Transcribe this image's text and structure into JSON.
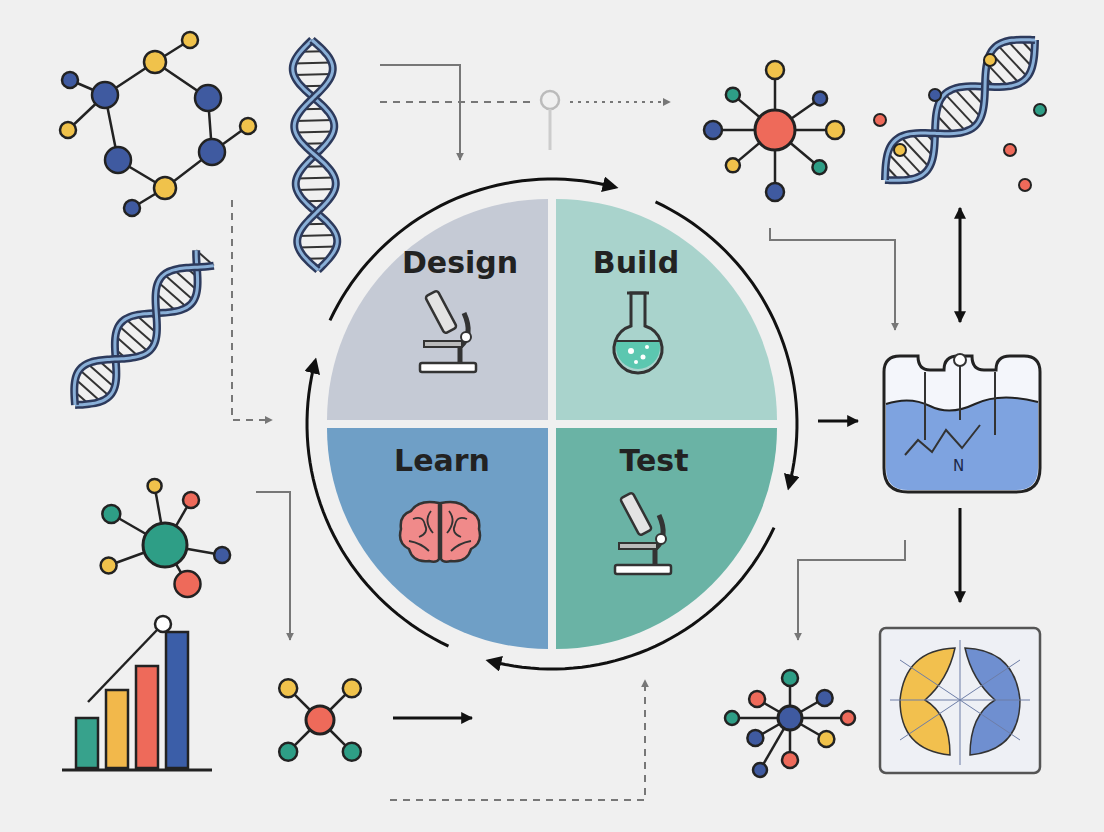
{
  "diagram": {
    "nodes": [
      {
        "text": [
          "Design"
        ]
      },
      {
        "text": [
          "Build"
        ]
      },
      {
        "text": [
          "Learn"
        ]
      },
      {
        "text": [
          "Test"
        ]
      }
    ],
    "edges": [
      {
        "from": 0,
        "to": 1,
        "arrow": "to"
      },
      {
        "from": 1,
        "to": 3,
        "arrow": "to"
      },
      {
        "from": 3,
        "to": 2,
        "arrow": "to"
      },
      {
        "from": 2,
        "to": 0,
        "arrow": "to"
      }
    ],
    "labels": [
      "N"
    ]
  }
}
